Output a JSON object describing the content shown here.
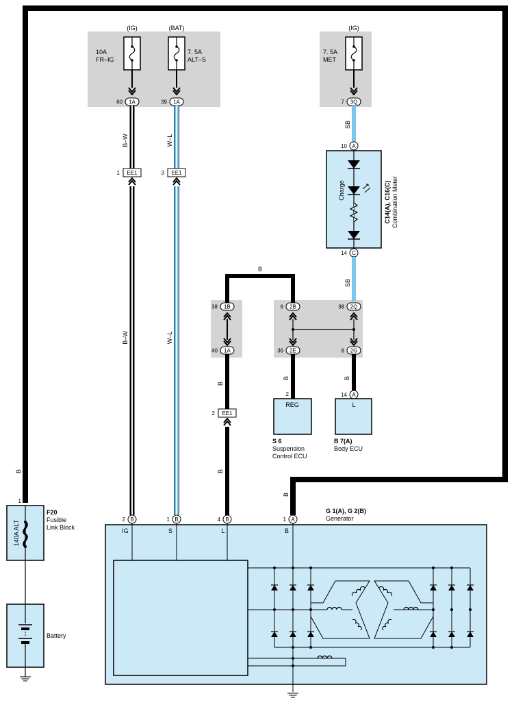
{
  "fuses": {
    "fr_ig": {
      "supply": "(IG)",
      "rating": "10A",
      "name": "FR–IG",
      "pin": "60",
      "connector": "1A"
    },
    "alt_s": {
      "supply": "(BAT)",
      "rating": "7. 5A",
      "name": "ALT–S",
      "pin": "39",
      "connector": "1A"
    },
    "met": {
      "supply": "(IG)",
      "rating": "7. 5A",
      "name": "MET",
      "pin": "7",
      "connector": "3Q"
    }
  },
  "wires": {
    "bw_top": "B–W",
    "wl_top": "W–L",
    "bw_mid": "B–W",
    "wl_mid": "W–L",
    "sb_top": "SB",
    "sb_bottom": "SB",
    "b_bridge": "B",
    "b_left": "B",
    "b_ee1": "B",
    "b_reg": "B",
    "b_l": "B",
    "b_gen": "B"
  },
  "ee1": {
    "a": {
      "pin": "1",
      "label": "EE1"
    },
    "b": {
      "pin": "3",
      "label": "EE1"
    },
    "c": {
      "pin": "2",
      "label": "EE1"
    }
  },
  "meter": {
    "pin_top": "10",
    "conn_top": "A",
    "pin_bottom": "14",
    "conn_bottom": "C",
    "charge_label": "Charge",
    "code": "C14(A), C16(C)",
    "name": "Combination Meter"
  },
  "junction": {
    "p38_1b": {
      "pin": "38",
      "conn": "1B"
    },
    "p40_1a": {
      "pin": "40",
      "conn": "1A"
    },
    "p6_2b": {
      "pin": "6",
      "conn": "2B"
    },
    "p36_2e": {
      "pin": "36",
      "conn": "2E"
    },
    "p38_2q": {
      "pin": "38",
      "conn": "2Q"
    },
    "p8_2g": {
      "pin": "8",
      "conn": "2G"
    }
  },
  "suspension": {
    "pin": "2",
    "term": "REG",
    "code": "S 6",
    "name1": "Suspension",
    "name2": "Control ECU"
  },
  "body_ecu": {
    "pin": "14",
    "conn": "A",
    "term": "L",
    "code": "B 7(A)",
    "name": "Body ECU"
  },
  "fusible": {
    "pin": "1",
    "rating": "140A ALT",
    "code": "F20",
    "name1": "Fusible",
    "name2": "Link Block"
  },
  "battery": {
    "name": "Battery"
  },
  "generator": {
    "code": "G 1(A), G 2(B)",
    "name": "Generator",
    "pins": [
      {
        "pin": "2",
        "conn": "B",
        "term": "IG"
      },
      {
        "pin": "1",
        "conn": "B",
        "term": "S"
      },
      {
        "pin": "4",
        "conn": "B",
        "term": "L"
      },
      {
        "pin": "1",
        "conn": "A",
        "term": "B"
      }
    ]
  },
  "colors": {
    "box": "#cce9f8",
    "shade": "#d4d4d4",
    "sb": "#7cc8ec",
    "wl": "#7cc8ec",
    "wire": "#000000"
  }
}
